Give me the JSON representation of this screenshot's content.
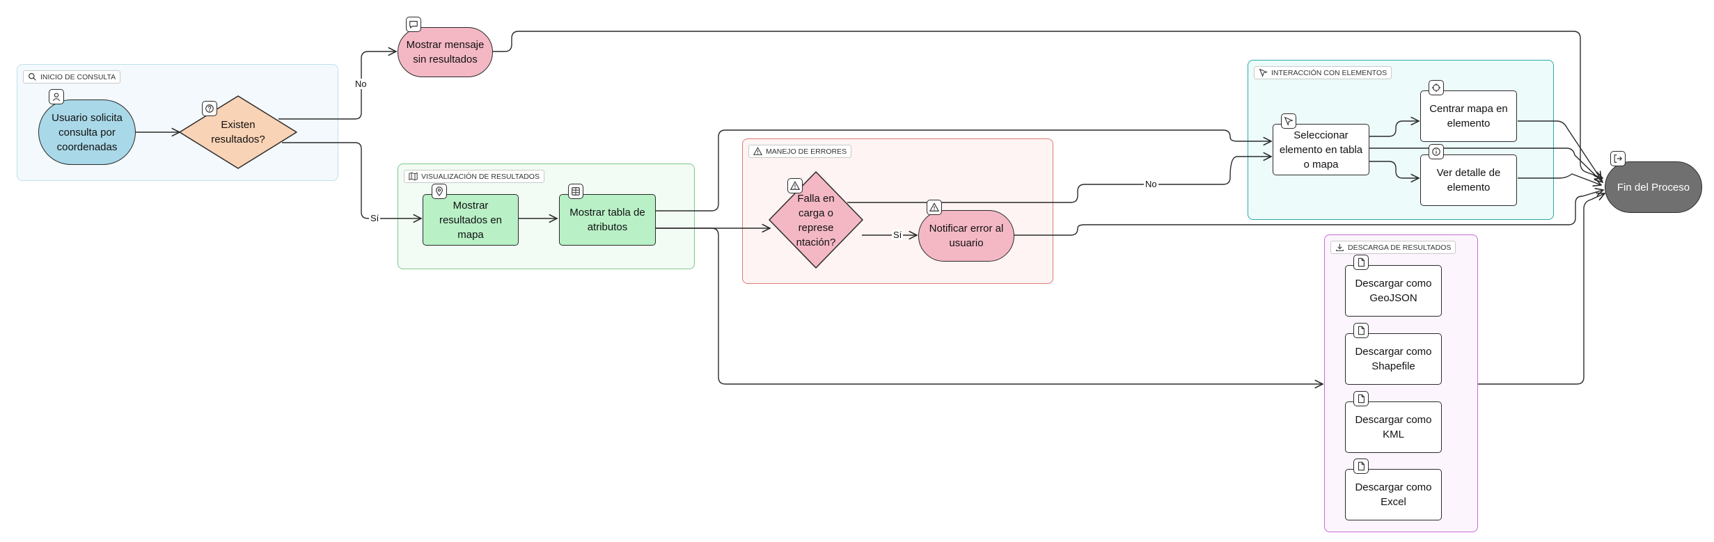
{
  "colors": {
    "start": "#a9d8e8",
    "decision": "#f9d3b6",
    "message": "#f4b8c5",
    "process": "#b9f0c6",
    "error": "#f4b8c5",
    "end": "#707070",
    "white": "#ffffff"
  },
  "groups": {
    "inicio": "INICIO DE CONSULTA",
    "visualizacion": "VISUALIZACIÓN DE RESULTADOS",
    "errores": "MANEJO DE ERRORES",
    "interaccion": "INTERACCIÓN CON ELEMENTOS",
    "descarga": "DESCARGA DE RESULTADOS"
  },
  "nodes": {
    "usuario": "Usuario solicita consulta por coordenadas",
    "existen": "Existen resultados?",
    "mensaje": "Mostrar mensaje sin resultados",
    "mapa": "Mostrar resultados en mapa",
    "tabla": "Mostrar tabla de atributos",
    "falla": "Falla en carga o represe ntación?",
    "notificar": "Notificar error al usuario",
    "seleccionar": "Seleccionar elemento en tabla o mapa",
    "centrar": "Centrar mapa en elemento",
    "detalle": "Ver detalle de elemento",
    "geojson": "Descargar como GeoJSON",
    "shapefile": "Descargar como Shapefile",
    "kml": "Descargar como KML",
    "excel": "Descargar como Excel",
    "fin": "Fin del Proceso"
  },
  "edges": {
    "no_existen": "No",
    "si_existen": "Sí",
    "no_falla": "No",
    "si_falla": "Sí"
  }
}
